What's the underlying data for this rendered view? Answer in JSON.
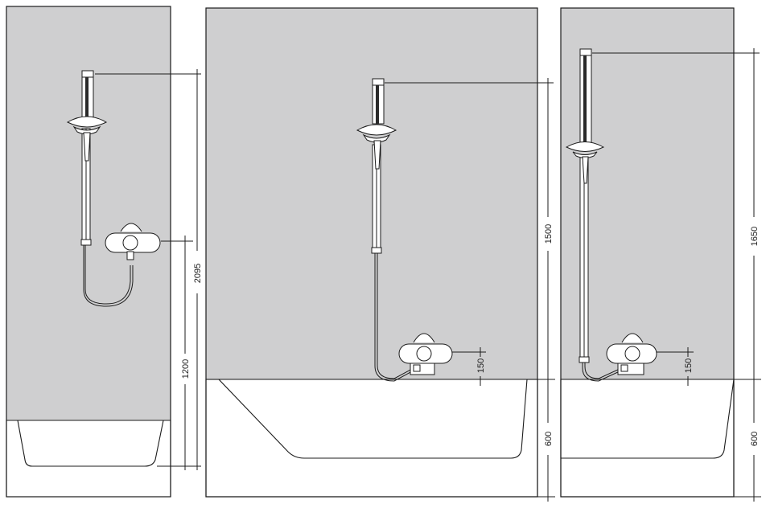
{
  "panels": [
    {
      "id": "shower",
      "dimensions": [
        "2095",
        "1200"
      ]
    },
    {
      "id": "bath-1500",
      "dimensions": [
        "1500",
        "150",
        "600"
      ]
    },
    {
      "id": "bath-1650",
      "dimensions": [
        "1650",
        "150",
        "600"
      ]
    }
  ],
  "colors": {
    "wall": "#cfcfd0",
    "line": "#1c1c1c",
    "fixture": "#ffffff"
  }
}
